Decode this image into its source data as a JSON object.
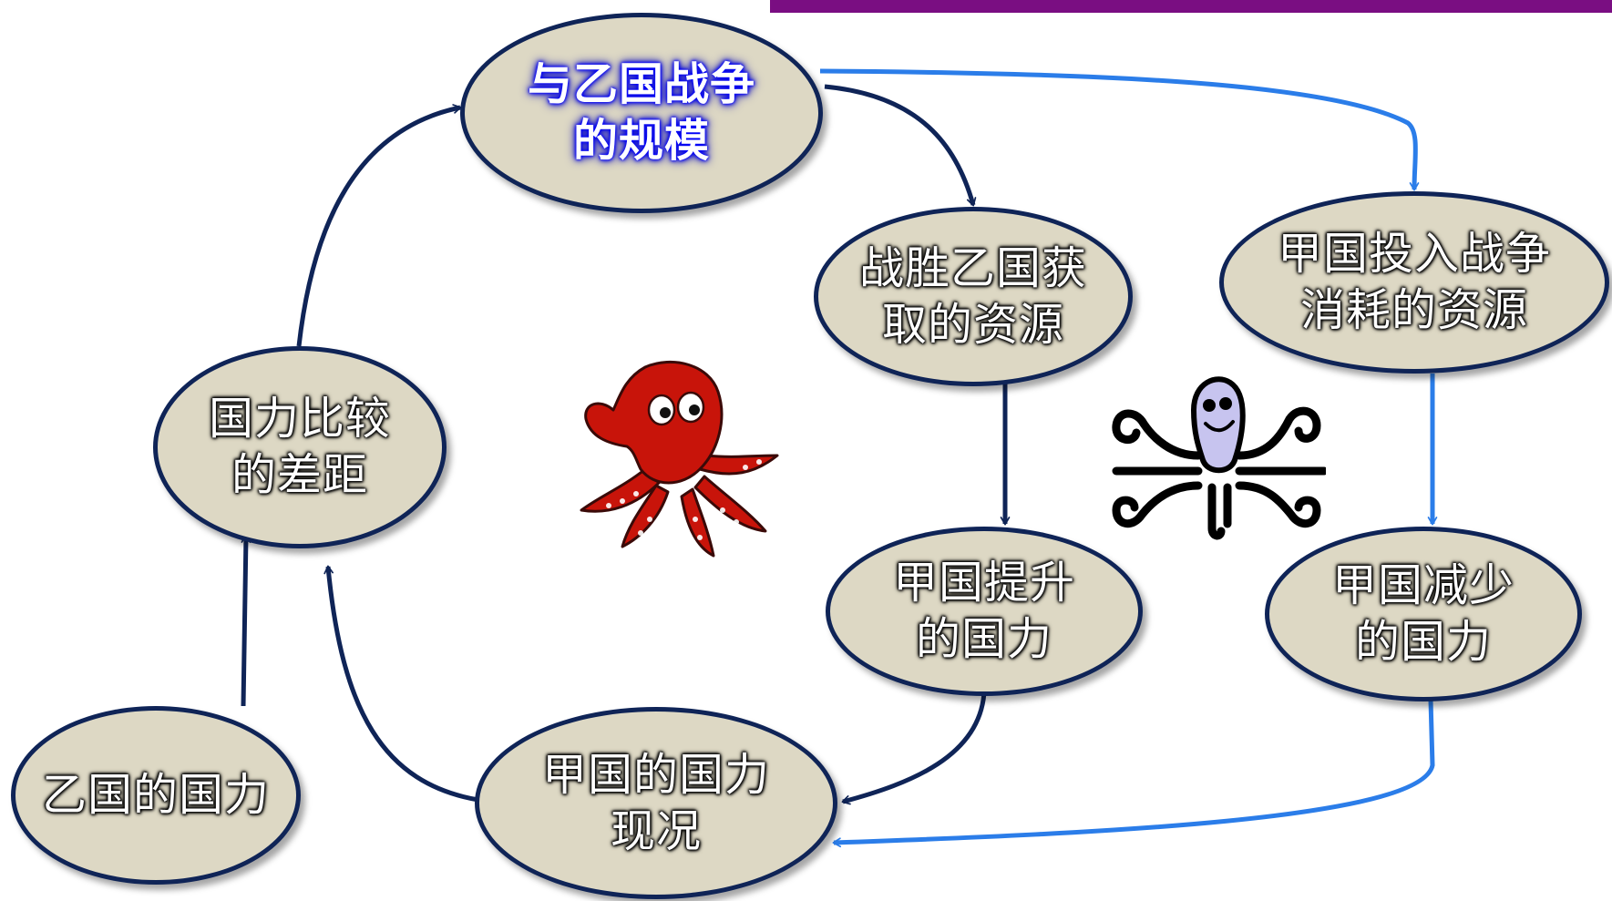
{
  "colors": {
    "node_fill": "#ddd8c4",
    "node_border": "#0f2457",
    "dark_arrow": "#0f2457",
    "blue_arrow": "#2b7de9",
    "top_bar": "#7a0e82",
    "octopus_red": "#c8140a",
    "octopus_lilac": "#c7c4ef"
  },
  "nodes": {
    "war_scale": "与乙国战争\n的规模",
    "victory_gain": "战胜乙国获\n取的资源",
    "war_cost": "甲国投入战争\n消耗的资源",
    "power_compare": "国力比较\n的差距",
    "power_increase": "甲国提升\n的国力",
    "power_decrease": "甲国减少\n的国力",
    "enemy_power": "乙国的国力",
    "current_power": "甲国的国力\n现况"
  },
  "decorations": [
    "red-octopus-icon",
    "black-octopus-icon"
  ]
}
